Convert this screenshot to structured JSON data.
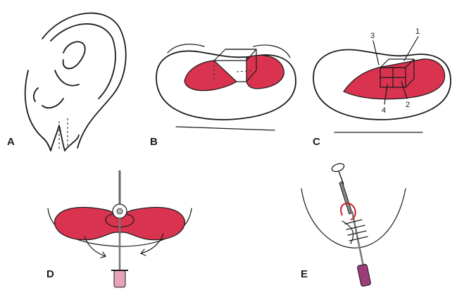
{
  "panels": [
    {
      "id": "A",
      "label": "A"
    },
    {
      "id": "B",
      "label": "B"
    },
    {
      "id": "C",
      "label": "C",
      "callouts": [
        "1",
        "2",
        "3",
        "4"
      ]
    },
    {
      "id": "D",
      "label": "D"
    },
    {
      "id": "E",
      "label": "E"
    }
  ],
  "colors": {
    "tissue_fill": "#d9334f",
    "tissue_highlight": "#e85d7a",
    "needle_hub": "#e6a3b8",
    "needle_hub_E": "#9a3d7a",
    "loop_red": "#c8202c",
    "ink": "#1a1a1a"
  }
}
